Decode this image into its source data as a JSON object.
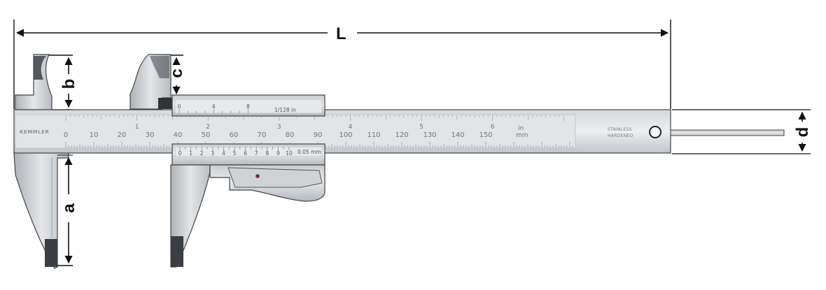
{
  "dimensions": {
    "L": "L",
    "a": "a",
    "b": "b",
    "c": "c",
    "d": "d"
  },
  "main_scale": {
    "brand": "KEMMLER",
    "mm_labels": [
      "0",
      "10",
      "20",
      "30",
      "40",
      "50",
      "60",
      "70",
      "80",
      "90",
      "100",
      "110",
      "120",
      "130",
      "140",
      "150"
    ],
    "inch_labels": [
      "1",
      "2",
      "3",
      "4",
      "5",
      "6"
    ],
    "inch_unit": "in",
    "mm_unit": "mm",
    "stamp_line1": "STAINLESS",
    "stamp_line2": "HARDENED"
  },
  "upper_vernier": {
    "labels": [
      "0",
      "4",
      "8"
    ],
    "resolution": "1/128 in"
  },
  "lower_vernier": {
    "labels": [
      "0",
      "1",
      "2",
      "3",
      "4",
      "5",
      "6",
      "7",
      "8",
      "9",
      "10"
    ],
    "resolution": "0.05 mm"
  }
}
